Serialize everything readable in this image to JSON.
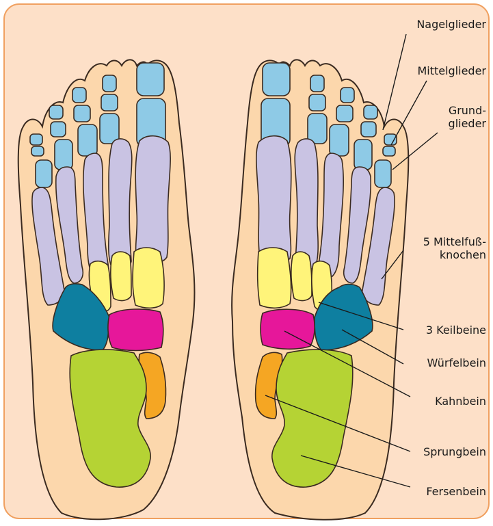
{
  "colors": {
    "frame_bg": "#fde0c8",
    "frame_border": "#f0a060",
    "skin": "#fcd7ac",
    "skin_outline": "#3a2a20",
    "phalanges": "#8ecae6",
    "metatarsals": "#c9c3e3",
    "cuneiforms": "#fff47a",
    "cuboid": "#0e7fa0",
    "navicular": "#e6179a",
    "talus": "#f5a623",
    "calcaneus": "#b5d334"
  },
  "labels": {
    "nagelglieder": "Nagelglieder",
    "mittelglieder": "Mittelglieder",
    "grundglieder_1": "Grund-",
    "grundglieder_2": "glieder",
    "mittelfuss_1": "5 Mittelfuß-",
    "mittelfuss_2": "knochen",
    "keilbeine": "3 Keilbeine",
    "wuerfelbein": "Würfelbein",
    "kahnbein": "Kahnbein",
    "sprungbein": "Sprungbein",
    "fersenbein": "Fersenbein"
  }
}
